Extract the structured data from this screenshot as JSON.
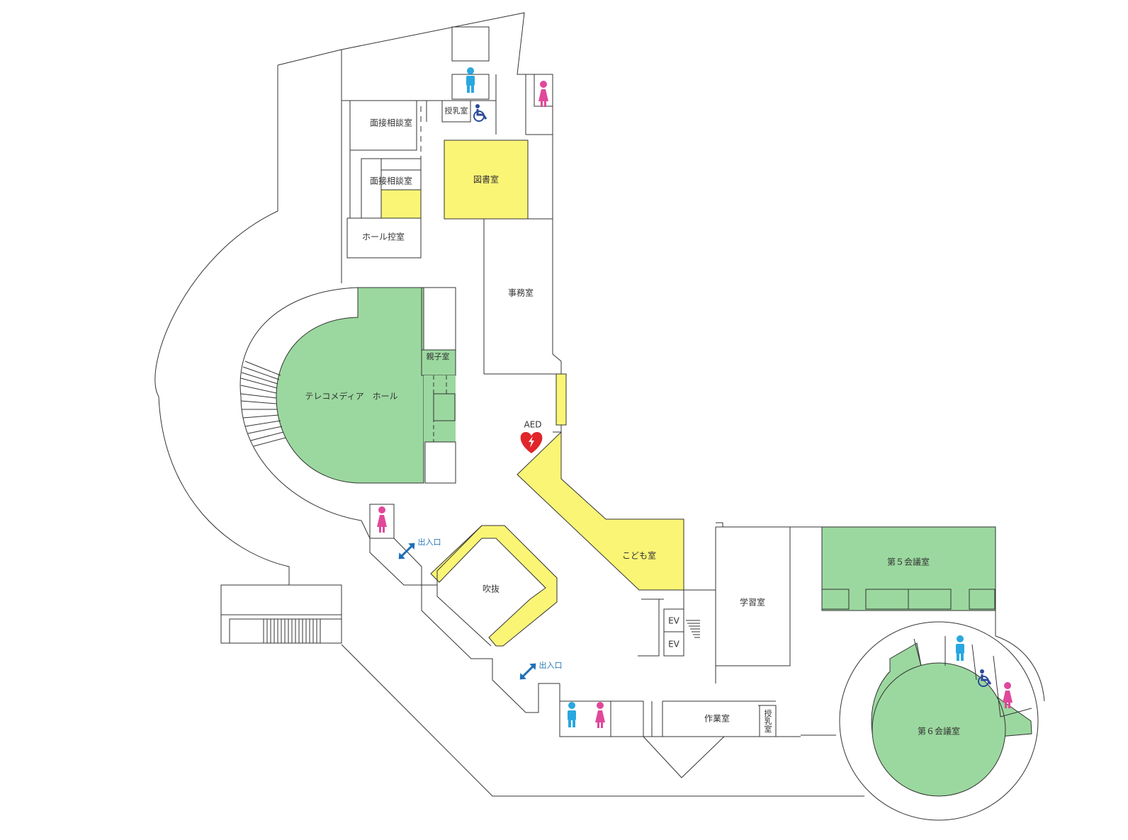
{
  "colors": {
    "green": "#9bd89f",
    "yellow": "#fbf576",
    "male": "#2aa7e0",
    "female": "#e0489a",
    "accessible": "#2c4a9a",
    "aed": "#e0262b",
    "arrow": "#1f6fb8"
  },
  "rooms": {
    "interview_1": "面接相談室",
    "interview_2": "面接相談室",
    "library": "図書室",
    "hall_waiting": "ホール控室",
    "office": "事務室",
    "parent_child": "親子室",
    "telecom_hall": "テレコメディア　ホール",
    "nursing_top": "授乳室",
    "nursing_bottom": "授乳室",
    "atrium": "吹抜",
    "kids_room": "こども室",
    "study_room": "学習室",
    "meeting_5": "第５会議室",
    "meeting_6": "第６会議室",
    "work_room": "作業室",
    "ev_1": "EV",
    "ev_2": "EV"
  },
  "markers": {
    "aed": "AED",
    "entrance_1": "出入口",
    "entrance_2": "出入口"
  },
  "icons": {
    "male": "male-restroom-icon",
    "female": "female-restroom-icon",
    "accessible": "wheelchair-icon",
    "aed": "aed-heart-icon",
    "entrance": "double-arrow-icon"
  }
}
